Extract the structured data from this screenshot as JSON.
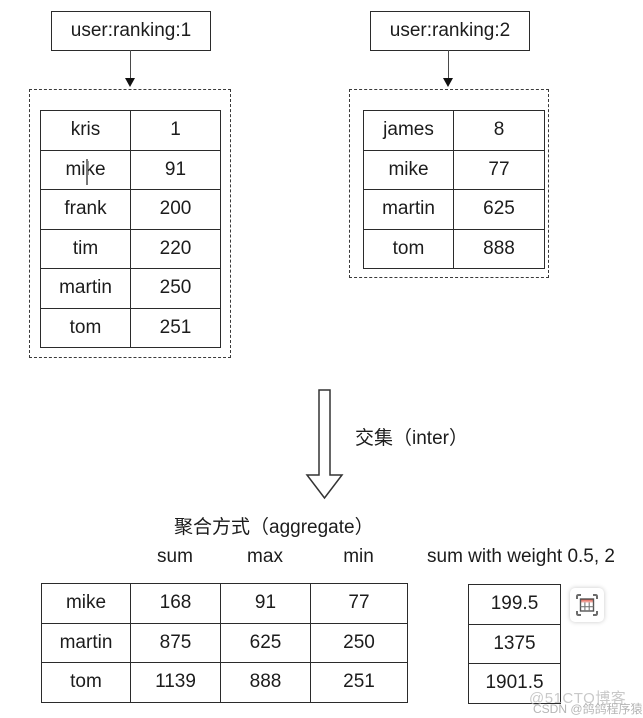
{
  "diagram": {
    "keys": [
      {
        "name": "user:ranking:1",
        "members": [
          {
            "member": "kris",
            "score": "1"
          },
          {
            "member": "mike",
            "score": "91"
          },
          {
            "member": "frank",
            "score": "200"
          },
          {
            "member": "tim",
            "score": "220"
          },
          {
            "member": "martin",
            "score": "250"
          },
          {
            "member": "tom",
            "score": "251"
          }
        ]
      },
      {
        "name": "user:ranking:2",
        "members": [
          {
            "member": "james",
            "score": "8"
          },
          {
            "member": "mike",
            "score": "77"
          },
          {
            "member": "martin",
            "score": "625"
          },
          {
            "member": "tom",
            "score": "888"
          }
        ]
      }
    ],
    "operation_label": "交集（inter）",
    "aggregate": {
      "title": "聚合方式（aggregate）",
      "column_headers": [
        "sum",
        "max",
        "min"
      ],
      "rows": [
        {
          "member": "mike",
          "sum": "168",
          "max": "91",
          "min": "77"
        },
        {
          "member": "martin",
          "sum": "875",
          "max": "625",
          "min": "250"
        },
        {
          "member": "tom",
          "sum": "1139",
          "max": "888",
          "min": "251"
        }
      ],
      "weighted": {
        "label": "sum with weight 0.5, 2",
        "values": [
          "199.5",
          "1375",
          "1901.5"
        ]
      }
    },
    "icons": {
      "capture_icon": "table-capture"
    },
    "watermarks": {
      "line1": "@51CTO博客",
      "line2": "CSDN @鸽鸽程序猿"
    },
    "colors": {
      "line": "#2b2b2b",
      "icon_band": "#f0a097",
      "icon_accent_red": "#d94f3d"
    }
  }
}
